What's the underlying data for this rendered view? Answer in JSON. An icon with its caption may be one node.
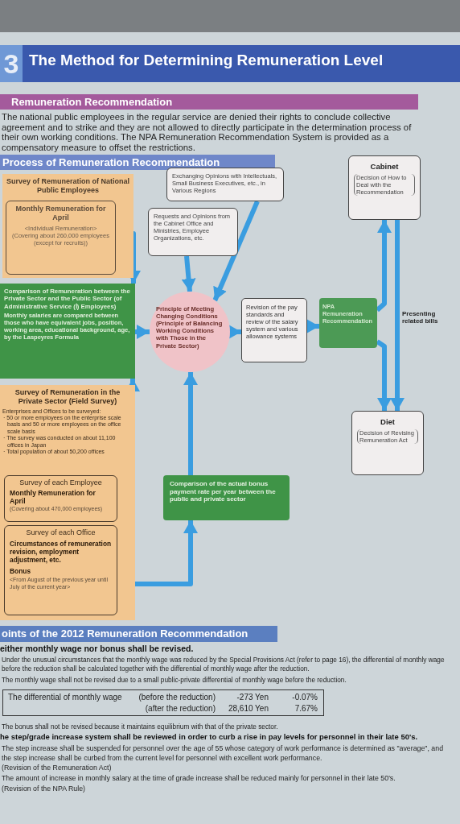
{
  "diagram": {
    "title": "The Method for Determining Remuneration Level",
    "nodes": [
      {
        "text": [
          "Survey of Remuneration of National Public Employees"
        ]
      },
      {
        "text": [
          "Monthly Remuneration for April",
          "<Individual Remuneration>",
          "(Covering about 260,000 employees (except for recruits))"
        ],
        "in": 0
      },
      {
        "text": [
          "Exchanging Opinions with Intellectuals, Small Business Executives, etc., in Various Regions"
        ]
      },
      {
        "text": [
          "Requests and Opinions from the Cabinet Office and Ministries, Employee Organizations, etc."
        ]
      },
      {
        "text": [
          "Comparison of Remuneration between the Private Sector and the Public Sector (of Administrative Service (Ⅰ) Employees)",
          "Monthly salaries are compared between those who have equivalent jobs, position, working area, educational background, age, by the Laspeyres Formula"
        ]
      },
      {
        "text": [
          "Principle of Meeting Changing Conditions (Principle of Balancing Working Conditions with Those in the Private Sector)"
        ]
      },
      {
        "text": [
          "Revision of the pay standards and review of the salary system and various allowance systems"
        ]
      },
      {
        "text": [
          "NPA Remuneration Recommendation"
        ]
      },
      {
        "text": [
          "Cabinet",
          "Decision of How to Deal with the Recommendation"
        ]
      },
      {
        "text": [
          "Survey of Remuneration in the Private Sector (Field Survey)",
          "Enterprises and Offices to be surveyed:",
          "· 50 or more employees on the enterprise scale basis and 50 or more employees on the office scale basis",
          "· The survey was conducted on about 11,100 offices in Japan",
          "· Total population of about 50,200 offices"
        ]
      },
      {
        "text": [
          "Survey of each Employee",
          "Monthly Remuneration for April",
          "(Covering about 470,000 employees)"
        ],
        "in": 9
      },
      {
        "text": [
          "Survey of each Office",
          "Circumstances of remuneration revision, employment adjustment, etc.",
          "Bonus",
          "<From August of the previous year until July of the current year>"
        ],
        "in": 9
      },
      {
        "text": [
          "Comparison of the actual bonus payment rate per year between the public and private sector"
        ]
      },
      {
        "text": [
          "Diet",
          "Decision of Revising Remuneration Act"
        ]
      }
    ],
    "edges": [
      {
        "from": 1,
        "to": 4,
        "arrow": "to"
      },
      {
        "from": 3,
        "to": 5,
        "arrow": "to"
      },
      {
        "from": 2,
        "to": 5,
        "arrow": "to"
      },
      {
        "from": 4,
        "to": 5,
        "arrow": "to"
      },
      {
        "from": 5,
        "to": 6,
        "arrow": "to"
      },
      {
        "from": 6,
        "to": 7,
        "arrow": "to"
      },
      {
        "from": 7,
        "to": 8,
        "arrow": "to"
      },
      {
        "from": 7,
        "to": 13,
        "arrow": "to"
      },
      {
        "from": 8,
        "to": 13,
        "arrow": "to",
        "label": "Presenting related bills"
      },
      {
        "from": 10,
        "to": 4,
        "arrow": "to"
      },
      {
        "from": 11,
        "to": 12,
        "arrow": "to"
      },
      {
        "from": 12,
        "to": 5,
        "arrow": "to"
      }
    ],
    "labels": [
      "3",
      "Remuneration Recommendation",
      "The national public employees in the regular service are denied their rights to conclude collective agreement and to strike and they are not allowed to directly participate in the determination process of their own working conditions. The NPA Remuneration Recommendation System is provided as a compensatory measure to offset the restrictions.",
      "Process of Remuneration Recommendation",
      "oints of the 2012 Remuneration Recommendation",
      "either monthly wage nor bonus shall be revised.",
      "Under the unusual circumstances that the monthly wage was reduced by the Special Provisions Act (refer to page 16), the differential of monthly wage before the reduction shall be calculated together with the differential of monthly wage after the reduction.",
      "The monthly wage shall not be revised due to a small public-private differential of monthly wage before the reduction.",
      "The differential of monthly wage",
      "(before the reduction)",
      "-273 Yen",
      "-0.07%",
      "(after the reduction)",
      "28,610 Yen",
      "7.67%",
      "The bonus shall not be revised because it maintains equilibrium with that of the private sector.",
      "he step/grade increase system shall be reviewed in order to curb a rise in pay levels for personnel in their late 50's.",
      "The step increase shall be suspended for personnel over the age of 55 whose category of work performance is determined as \"average\", and the step increase shall be curbed from the current level for personnel with excellent work performance.",
      "(Revision of the Remuneration Act)",
      "The amount of increase in monthly salary at the time of grade increase shall be reduced mainly for personnel in their late 50's.",
      "(Revision of the NPA Rule)"
    ]
  }
}
